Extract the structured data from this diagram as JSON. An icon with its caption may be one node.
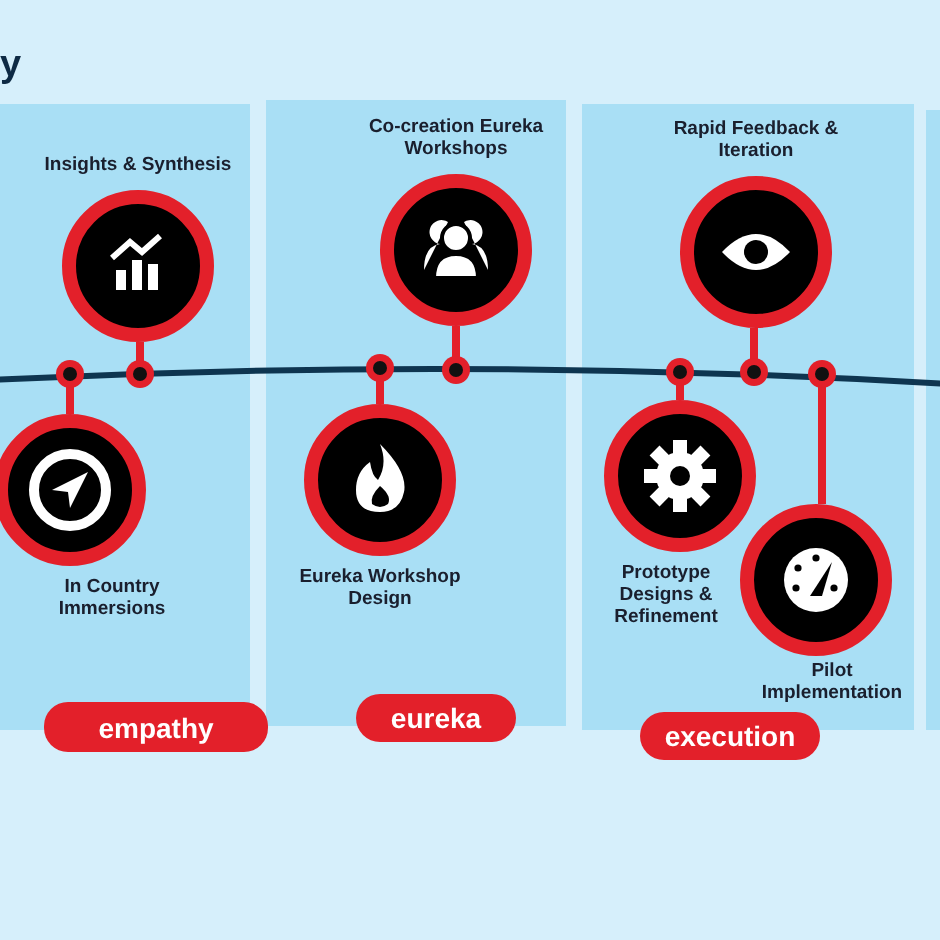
{
  "diagram": {
    "nodes": [
      {
        "text": [
          "Insights & Synthesis"
        ]
      },
      {
        "text": [
          "Co-creation Eureka Workshops"
        ]
      },
      {
        "text": [
          "Rapid Feedback & Iteration"
        ]
      },
      {
        "text": [
          "In Country Immersions"
        ]
      },
      {
        "text": [
          "Eureka Workshop Design"
        ]
      },
      {
        "text": [
          "Prototype Designs & Refinement"
        ]
      },
      {
        "text": [
          "Pilot Implementation"
        ]
      },
      {
        "text": [
          "empathy"
        ]
      },
      {
        "text": [
          "eureka"
        ]
      },
      {
        "text": [
          "execution"
        ]
      }
    ],
    "labels": [
      "y"
    ]
  }
}
